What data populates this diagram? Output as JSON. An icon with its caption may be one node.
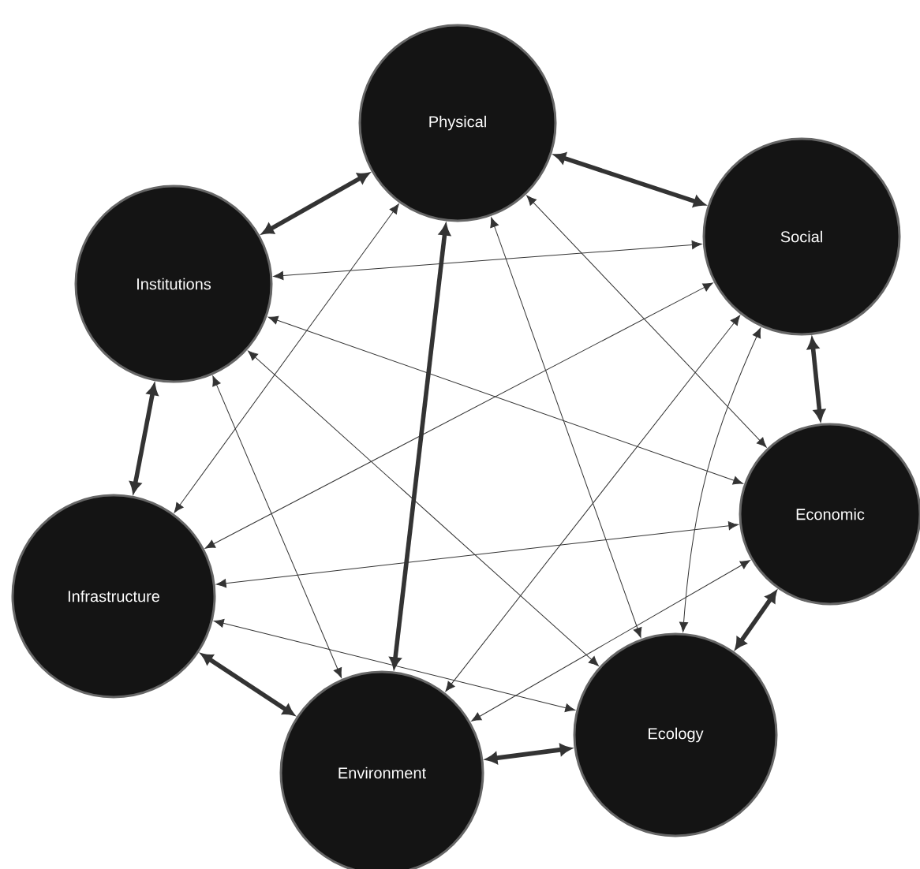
{
  "diagram": {
    "nodes": [
      {
        "text": [
          "Physical"
        ]
      },
      {
        "text": [
          "Social"
        ]
      },
      {
        "text": [
          "Economic"
        ]
      },
      {
        "text": [
          "Ecology"
        ]
      },
      {
        "text": [
          "Environment"
        ]
      },
      {
        "text": [
          "Infrastructure"
        ]
      },
      {
        "text": [
          "Institutions"
        ]
      }
    ],
    "edges": [
      {
        "from": 0,
        "to": 1,
        "arrow": "both",
        "style": "thick"
      },
      {
        "from": 1,
        "to": 2,
        "arrow": "both",
        "style": "thick"
      },
      {
        "from": 2,
        "to": 3,
        "arrow": "both",
        "style": "thick"
      },
      {
        "from": 3,
        "to": 4,
        "arrow": "both",
        "style": "thick"
      },
      {
        "from": 4,
        "to": 5,
        "arrow": "both",
        "style": "thick"
      },
      {
        "from": 5,
        "to": 6,
        "arrow": "both",
        "style": "thick"
      },
      {
        "from": 6,
        "to": 0,
        "arrow": "both",
        "style": "thick"
      },
      {
        "from": 0,
        "to": 4,
        "arrow": "both",
        "style": "thick"
      },
      {
        "from": 0,
        "to": 3,
        "arrow": "both"
      },
      {
        "from": 0,
        "to": 2,
        "arrow": "both"
      },
      {
        "from": 0,
        "to": 5,
        "arrow": "both"
      },
      {
        "from": 1,
        "to": 6,
        "arrow": "both"
      },
      {
        "from": 1,
        "to": 5,
        "arrow": "both"
      },
      {
        "from": 1,
        "to": 4,
        "arrow": "both"
      },
      {
        "from": 1,
        "to": 3,
        "arrow": "both"
      },
      {
        "from": 6,
        "to": 2,
        "arrow": "both"
      },
      {
        "from": 6,
        "to": 3,
        "arrow": "both"
      },
      {
        "from": 6,
        "to": 4,
        "arrow": "both"
      },
      {
        "from": 5,
        "to": 2,
        "arrow": "both"
      },
      {
        "from": 5,
        "to": 3,
        "arrow": "both"
      },
      {
        "from": 2,
        "to": 4,
        "arrow": "both"
      }
    ]
  }
}
